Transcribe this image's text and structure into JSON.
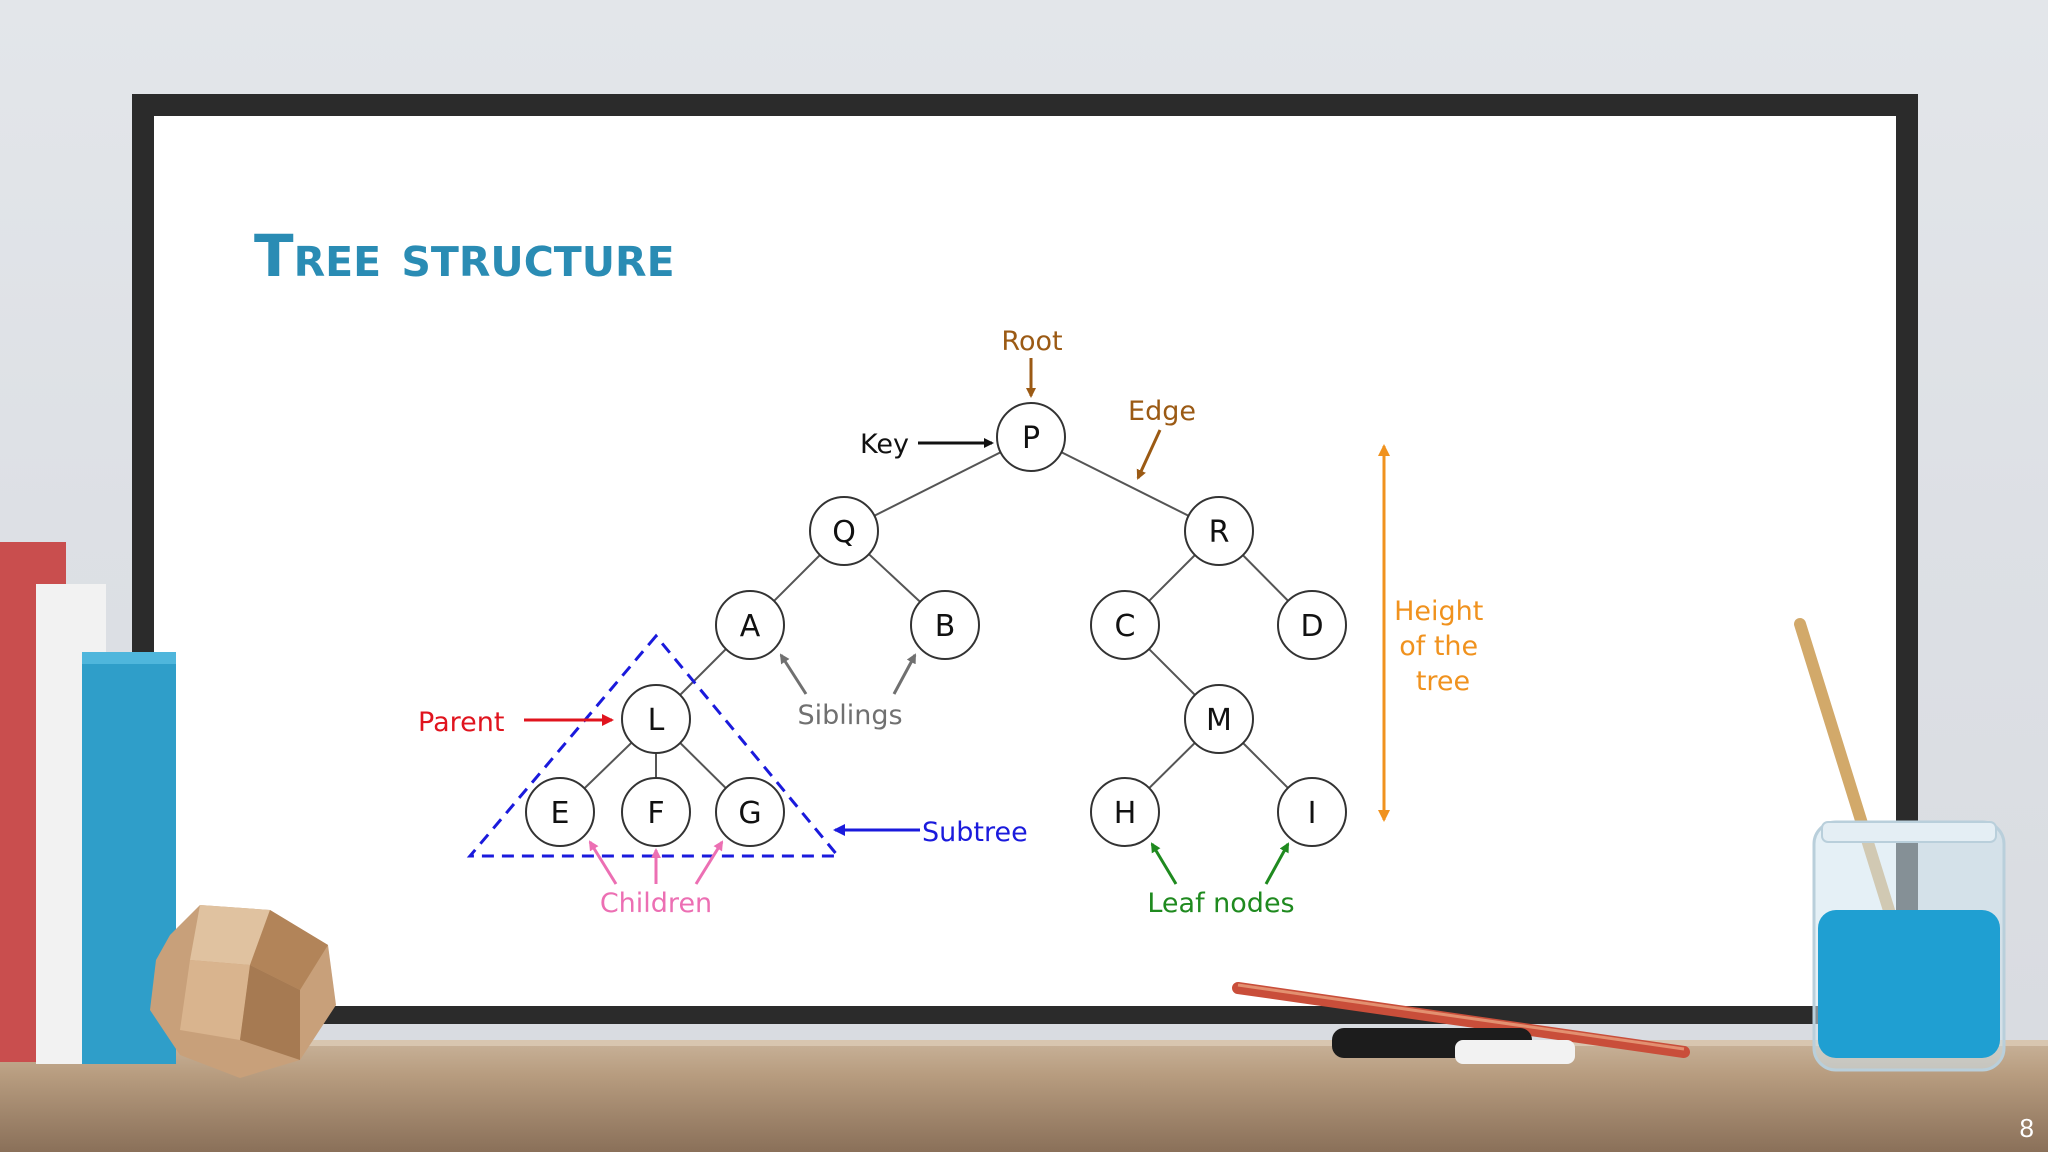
{
  "slide": {
    "title": "Tree structure",
    "page_number": "8"
  },
  "diagram": {
    "nodes": [
      "P",
      "Q",
      "R",
      "A",
      "B",
      "C",
      "D",
      "L",
      "M",
      "E",
      "F",
      "G",
      "H",
      "I"
    ],
    "annotations": {
      "root": "Root",
      "edge": "Edge",
      "key": "Key",
      "height_lines": [
        "Height",
        "of the",
        "tree"
      ],
      "parent": "Parent",
      "siblings": "Siblings",
      "subtree": "Subtree",
      "children": "Children",
      "leaf_nodes": "Leaf nodes"
    }
  },
  "colors": {
    "title": "#2a8cb4",
    "root_edge": "#9b5a14",
    "height": "#f0921e",
    "parent": "#e0141e",
    "siblings": "#707070",
    "subtree": "#1a1adc",
    "children": "#ec6fb3",
    "leaf": "#1f8a1f",
    "key": "#111111"
  }
}
